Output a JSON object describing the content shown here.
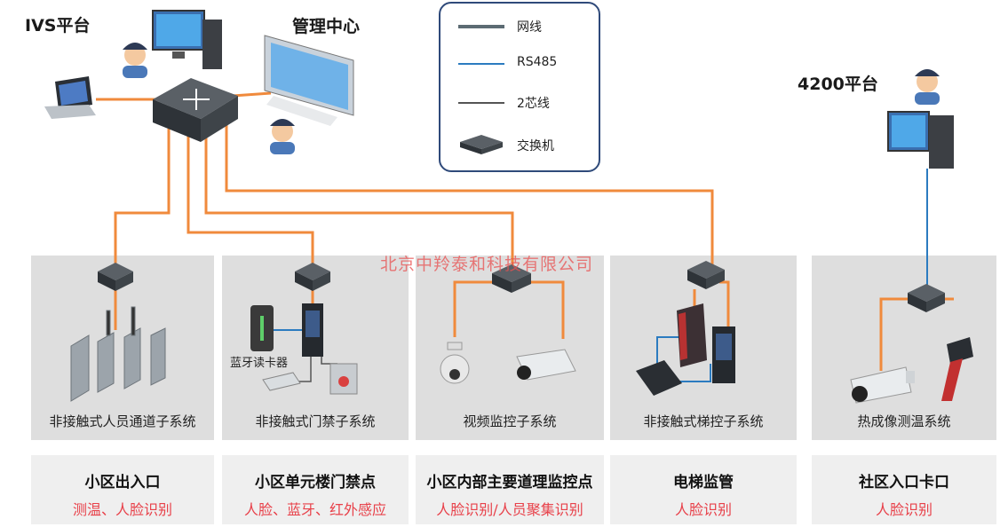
{
  "titles": {
    "ivs": "IVS平台",
    "management": "管理中心",
    "platform4200": "4200平台"
  },
  "legend": {
    "items": [
      {
        "label": "网线",
        "color": "#5c6b73"
      },
      {
        "label": "RS485",
        "color": "#2b7bc0"
      },
      {
        "label": "2芯线",
        "color": "#555555"
      },
      {
        "label": "交换机",
        "icon": "switch-icon"
      }
    ]
  },
  "watermark": "北京中羚泰和科技有限公司",
  "subsystems": [
    {
      "caption": "非接触式人员通道子系统"
    },
    {
      "caption": "非接触式门禁子系统",
      "device_label": "蓝牙读卡器"
    },
    {
      "caption": "视频监控子系统"
    },
    {
      "caption": "非接触式梯控子系统"
    },
    {
      "caption": "热成像测温系统"
    }
  ],
  "footers": [
    {
      "title": "小区出入口",
      "subtitle": "测温、人脸识别"
    },
    {
      "title": "小区单元楼门禁点",
      "subtitle": "人脸、蓝牙、红外感应"
    },
    {
      "title": "小区内部主要道理监控点",
      "subtitle": "人脸识别/人员聚集识别"
    },
    {
      "title": "电梯监管",
      "subtitle": "人脸识别"
    },
    {
      "title": "社区入口卡口",
      "subtitle": "人脸识别"
    }
  ],
  "colors": {
    "cable": "#f08a3c",
    "rs485": "#2b7bc0",
    "panel": "#dedede",
    "footer_bg": "#efefef",
    "accent_red": "#e8414a",
    "legend_border": "#2f4a7a"
  }
}
